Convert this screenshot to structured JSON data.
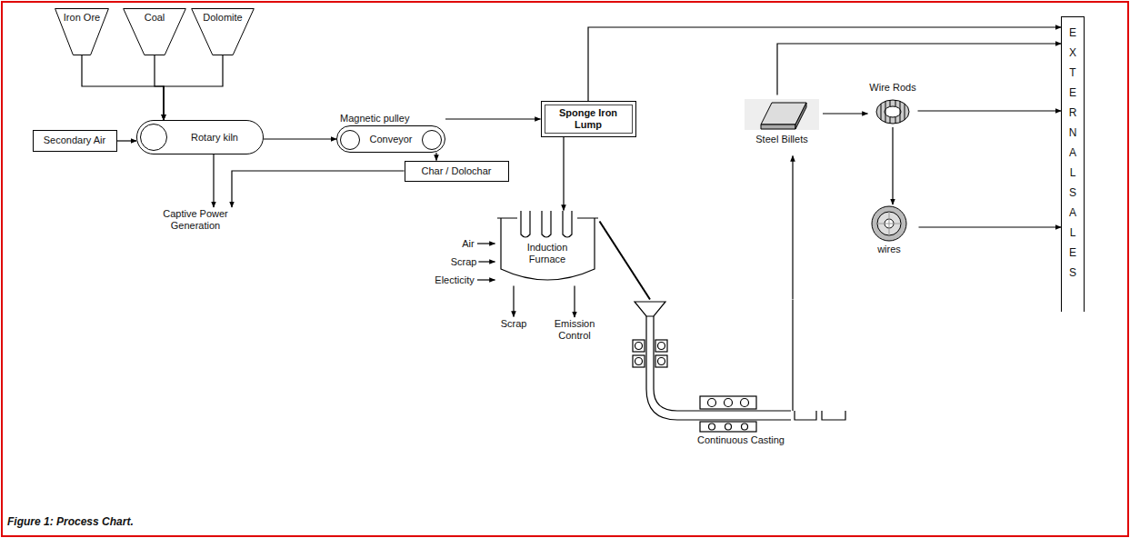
{
  "diagram": {
    "caption": "Figure 1: Process Chart.",
    "nodes": [
      {
        "text": [
          "Iron Ore"
        ]
      },
      {
        "text": [
          "Coal"
        ]
      },
      {
        "text": [
          "Dolomite"
        ]
      },
      {
        "text": [
          "Secondary Air"
        ]
      },
      {
        "text": [
          "Rotary kiln"
        ]
      },
      {
        "text": [
          "Magnetic pulley",
          "Conveyor"
        ]
      },
      {
        "text": [
          "Sponge Iron Lump"
        ]
      },
      {
        "text": [
          "Char / Dolochar"
        ]
      },
      {
        "text": [
          "Captive Power Generation"
        ]
      },
      {
        "text": [
          "Air"
        ]
      },
      {
        "text": [
          "Scrap"
        ]
      },
      {
        "text": [
          "Electicity"
        ]
      },
      {
        "text": [
          "Induction Furnace"
        ]
      },
      {
        "text": [
          "Scrap"
        ]
      },
      {
        "text": [
          "Emission Control"
        ]
      },
      {
        "text": [
          "Continuous Casting"
        ]
      },
      {
        "text": [
          "Steel Billets"
        ]
      },
      {
        "text": [
          "Wire Rods"
        ]
      },
      {
        "text": [
          "wires"
        ]
      },
      {
        "text": [
          "EXTERNAL SALES"
        ]
      }
    ],
    "edges": [
      {
        "from": 0,
        "to": 4,
        "arrow": "to"
      },
      {
        "from": 1,
        "to": 4,
        "arrow": "to"
      },
      {
        "from": 2,
        "to": 4,
        "arrow": "to"
      },
      {
        "from": 3,
        "to": 4,
        "arrow": "to"
      },
      {
        "from": 4,
        "to": 5,
        "arrow": "to"
      },
      {
        "from": 5,
        "to": 6,
        "arrow": "to"
      },
      {
        "from": 5,
        "to": 7,
        "arrow": "to"
      },
      {
        "from": 7,
        "to": 8,
        "arrow": "to"
      },
      {
        "from": 4,
        "to": 8,
        "arrow": "to"
      },
      {
        "from": 6,
        "to": 12,
        "arrow": "to"
      },
      {
        "from": 6,
        "to": 19,
        "arrow": "to"
      },
      {
        "from": 9,
        "to": 12,
        "arrow": "to"
      },
      {
        "from": 10,
        "to": 12,
        "arrow": "to"
      },
      {
        "from": 11,
        "to": 12,
        "arrow": "to"
      },
      {
        "from": 12,
        "to": 13,
        "arrow": "to"
      },
      {
        "from": 12,
        "to": 14,
        "arrow": "to"
      },
      {
        "from": 12,
        "to": 15,
        "arrow": "none"
      },
      {
        "from": 15,
        "to": 16,
        "arrow": "to"
      },
      {
        "from": 16,
        "to": 19,
        "arrow": "to"
      },
      {
        "from": 16,
        "to": 17,
        "arrow": "to"
      },
      {
        "from": 17,
        "to": 19,
        "arrow": "to"
      },
      {
        "from": 17,
        "to": 18,
        "arrow": "to"
      },
      {
        "from": 18,
        "to": 19,
        "arrow": "to"
      }
    ]
  }
}
